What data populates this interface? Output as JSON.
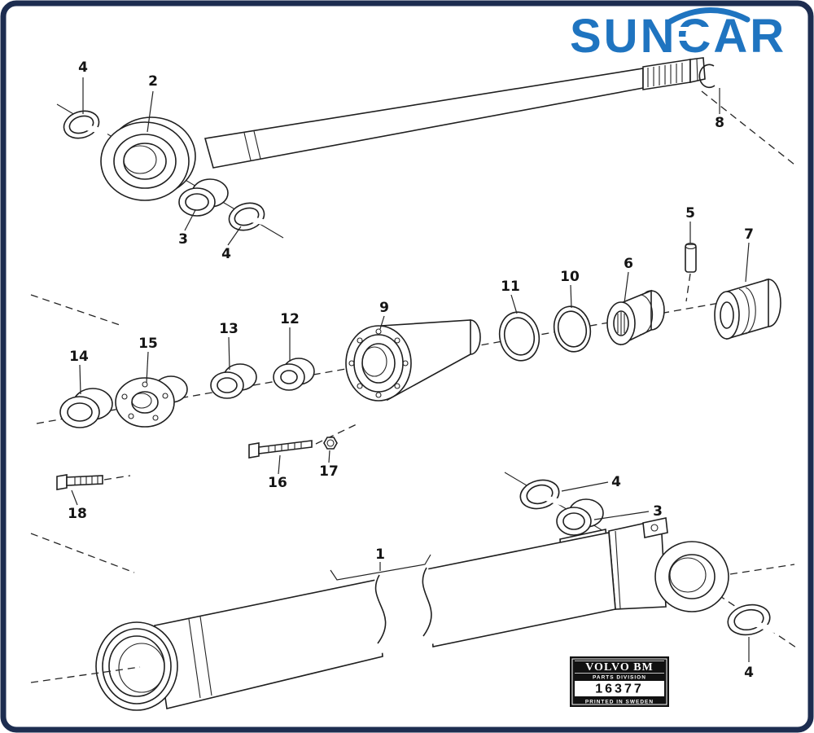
{
  "logo": {
    "word": "SUNCAR",
    "color": "#1f74c0"
  },
  "labels": {
    "l1": "1",
    "l2": "2",
    "l3": "3",
    "l4": "4",
    "l5": "5",
    "l6": "6",
    "l7": "7",
    "l8": "8",
    "l9": "9",
    "l10": "10",
    "l11": "11",
    "l12": "12",
    "l13": "13",
    "l14": "14",
    "l15": "15",
    "l16": "16",
    "l17": "17",
    "l18": "18"
  },
  "plate": {
    "brand": "VOLVO BM",
    "division": "PARTS DIVISION",
    "part_number": "16377",
    "printed": "PRINTED IN SWEDEN"
  },
  "colors": {
    "border": "#1d2d50",
    "line": "#1f1f1f"
  }
}
